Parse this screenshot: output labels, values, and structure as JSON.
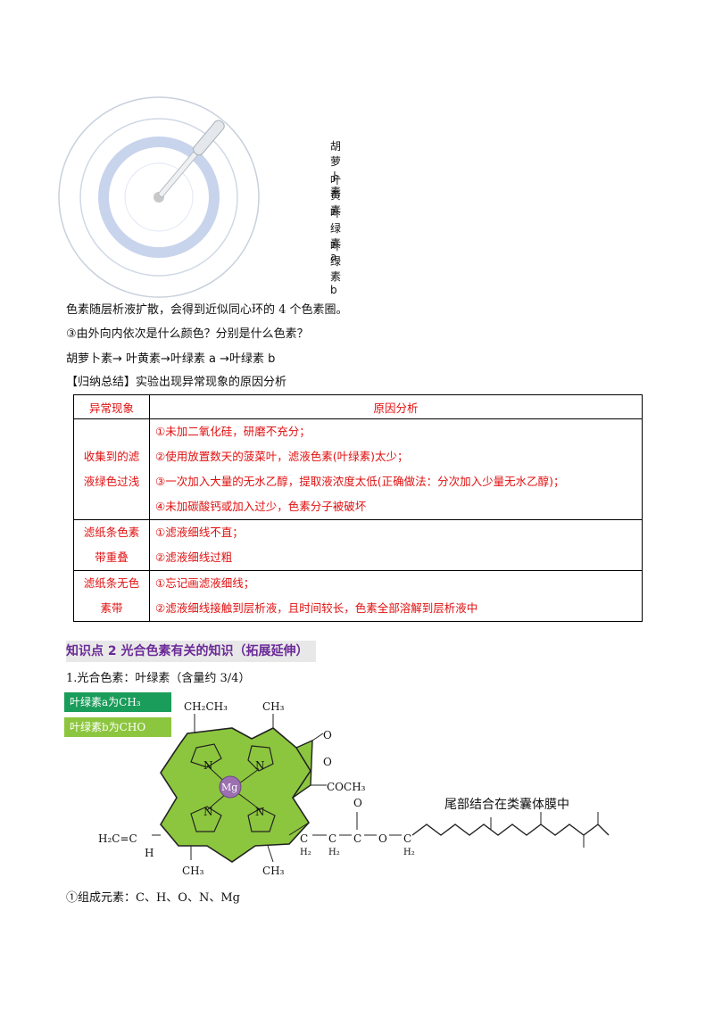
{
  "diagram": {
    "labels": [
      "胡萝卜素",
      "叶黄素",
      "叶绿素a",
      "叶绿素b"
    ]
  },
  "text": {
    "line1": "色素随层析液扩散，会得到近似同心环的 4 个色素圈。",
    "line2": "③由外向内依次是什么颜色？分别是什么色素？",
    "line3": "胡萝卜素→  叶黄素→叶绿素 a  →叶绿素 b",
    "line4": "【归纳总结】实验出现异常现象的原因分析"
  },
  "table": {
    "headers": [
      "异常现象",
      "原因分析"
    ],
    "rows": [
      {
        "category": [
          "收集到的滤",
          "液绿色过浅"
        ],
        "reasons": [
          "①未加二氧化硅，研磨不充分；",
          "②使用放置数天的菠菜叶，滤液色素(叶绿素)太少；",
          "③一次加入大量的无水乙醇，提取液浓度太低(正确做法：分次加入少量无水乙醇)；",
          "④未加碳酸钙或加入过少，色素分子被破坏"
        ]
      },
      {
        "category": [
          "滤纸条色素",
          "带重叠"
        ],
        "reasons": [
          "①滤液细线不直；",
          "②滤液细线过粗"
        ]
      },
      {
        "category": [
          "滤纸条无色",
          "素带"
        ],
        "reasons": [
          "①忘记画滤液细线；",
          "②滤液细线接触到层析液，且时间较长，色素全部溶解到层析液中"
        ]
      }
    ]
  },
  "section": {
    "heading": "知识点 2    光合色素有关的知识（拓展延伸）",
    "sub1": "1.光合色素：叶绿素（含量约 3/4）",
    "sub2": "①组成元素：C、H、O、N、Mg"
  },
  "molecule": {
    "tag_a": "叶绿素a为CH₃",
    "tag_b": "叶绿素b为CHO",
    "top_group": "CH₂CH₃",
    "ch3": "CH₃",
    "o": "O",
    "coch3": "COCH₃",
    "mg": "Mg",
    "n": "N",
    "vinyl": "H₂C=C",
    "h": "H",
    "h2": "H₂",
    "c": "C",
    "tail_note": "尾部结合在类囊体膜中"
  },
  "colors": {
    "red": "#e01010",
    "purple": "#6b2a98",
    "green_dark": "#1a9c5a",
    "green_light": "#8cc63e",
    "ring_blue": "#c8d4ec"
  }
}
